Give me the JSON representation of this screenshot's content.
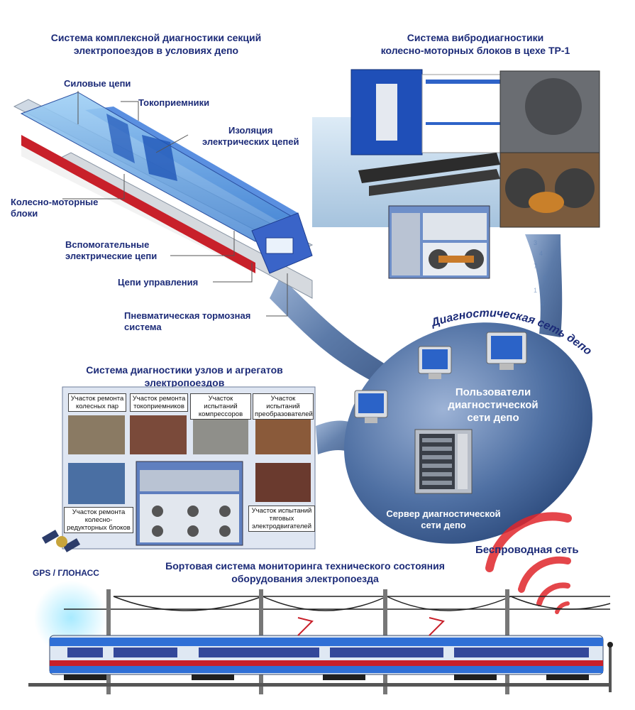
{
  "titles": {
    "depot_system": "Система комплексной диагностики секций электропоездов в условиях депо",
    "depot_line1": "Система комплексной диагностики секций",
    "depot_line2": "электропоездов в условиях депо",
    "vibro_line1": "Система вибродиагностики",
    "vibro_line2": "колесно-моторных блоков  в цехе ТР-1",
    "units_line1": "Система диагностики узлов и агрегатов",
    "units_line2": "электропоездов",
    "onboard_line1": "Бортовая система мониторинга технического состояния",
    "onboard_line2": "оборудования электропоезда"
  },
  "train_callouts": {
    "power": "Силовые цепи",
    "pantograph": "Токоприемники",
    "insulation_1": "Изоляция",
    "insulation_2": "электрических цепей",
    "wheel_motor_1": "Колесно-моторные",
    "wheel_motor_2": "блоки",
    "aux_1": "Вспомогательные",
    "aux_2": "электрические цепи",
    "control": "Цепи управления",
    "brake_1": "Пневматическая тормозная",
    "brake_2": "система"
  },
  "network": {
    "arc_label": "Диагностическая сеть депо",
    "users_1": "Пользователи",
    "users_2": "диагностической",
    "users_3": "сети депо",
    "server_1": "Сервер диагностической",
    "server_2": "сети депо",
    "wireless": "Беспроводная сеть",
    "gps": "GPS / ГЛОНАСС"
  },
  "workshops": {
    "wheelsets_1": "Участок ремонта",
    "wheelsets_2": "колесных пар",
    "pantographs_1": "Участок ремонта",
    "pantographs_2": "токоприемников",
    "compressors_1": "Участок испытаний",
    "compressors_2": "компрессоров",
    "converters_1": "Участок испытаний",
    "converters_2": "преобразователей",
    "reducer_1": "Участок ремонта",
    "reducer_2": "колесно-",
    "reducer_3": "редукторных блоков",
    "traction_1": "Участок испытаний",
    "traction_2": "тяговых",
    "traction_3": "электродвигателей"
  },
  "colors": {
    "title_text": "#1c2b78",
    "network_blue": "#3d5f95",
    "train_blue": "#2f6fd6",
    "train_red": "#c8202a",
    "wireless_red": "#e0262b"
  }
}
